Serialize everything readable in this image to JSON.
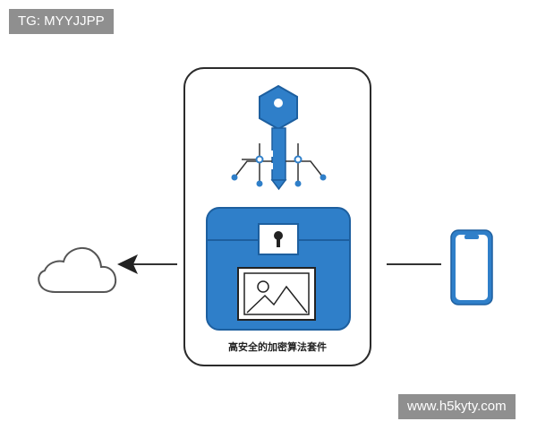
{
  "watermarks": {
    "top_left": "TG: MYYJJPP",
    "bottom_right": "www.h5kyty.com"
  },
  "caption": "高安全的加密算法套件",
  "icons": [
    "cloud-icon",
    "arrow-left-icon",
    "key-icon",
    "lock-box-icon",
    "keyhole-icon",
    "image-icon",
    "smartphone-icon"
  ],
  "colors": {
    "accent": "#2f7fc9",
    "accent_dark": "#1d5f9f",
    "stroke": "#333333",
    "cloud_stroke": "#555555"
  }
}
